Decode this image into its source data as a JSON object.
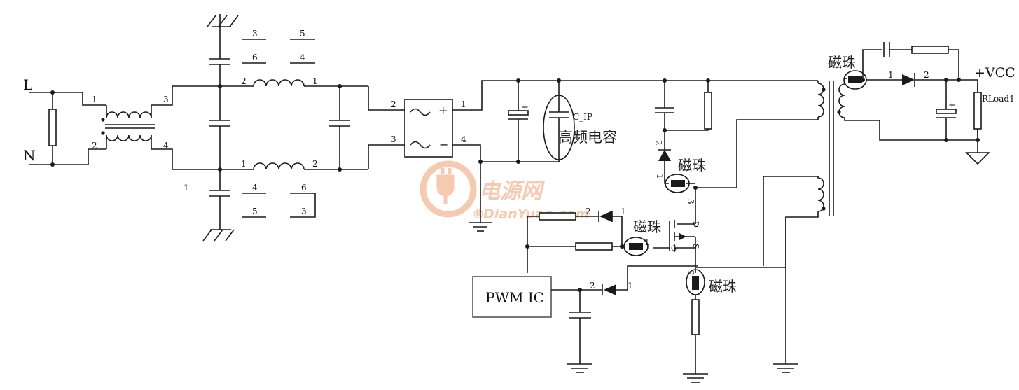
{
  "labels": {
    "line": "L",
    "neutral": "N",
    "vcc": "+VCC",
    "rload": "RLoad1",
    "c_ip": "C_IP",
    "hf_cap": "高频电容",
    "bead": "磁珠",
    "pwm_ic": "PWM IC",
    "bridge_plus": "+",
    "bridge_minus": "−",
    "mos_d": "D",
    "mos_s": "S",
    "mos_g": "G"
  },
  "pins": {
    "cmc1": [
      "1",
      "2",
      "3",
      "4"
    ],
    "choke_top": [
      "2",
      "1"
    ],
    "choke_bot": [
      "1",
      "2"
    ],
    "bridge": [
      "2",
      "3",
      "1",
      "4"
    ],
    "legend_top": [
      "3",
      "5",
      "6",
      "4"
    ],
    "legend_bot": [
      "1",
      "4",
      "6",
      "5",
      "3"
    ],
    "diode_out": [
      "1",
      "2"
    ],
    "diode_snub": [
      "2",
      "1"
    ],
    "gate_diode": [
      "2",
      "1"
    ],
    "bead_gate": [
      "1"
    ],
    "aux_diode": [
      "2",
      "1"
    ],
    "mos_pins": [
      "3",
      "2"
    ]
  },
  "watermark": {
    "cn": "电源网",
    "en": "DianYuan.com",
    "reg": "®",
    "color": "#f0a070"
  }
}
